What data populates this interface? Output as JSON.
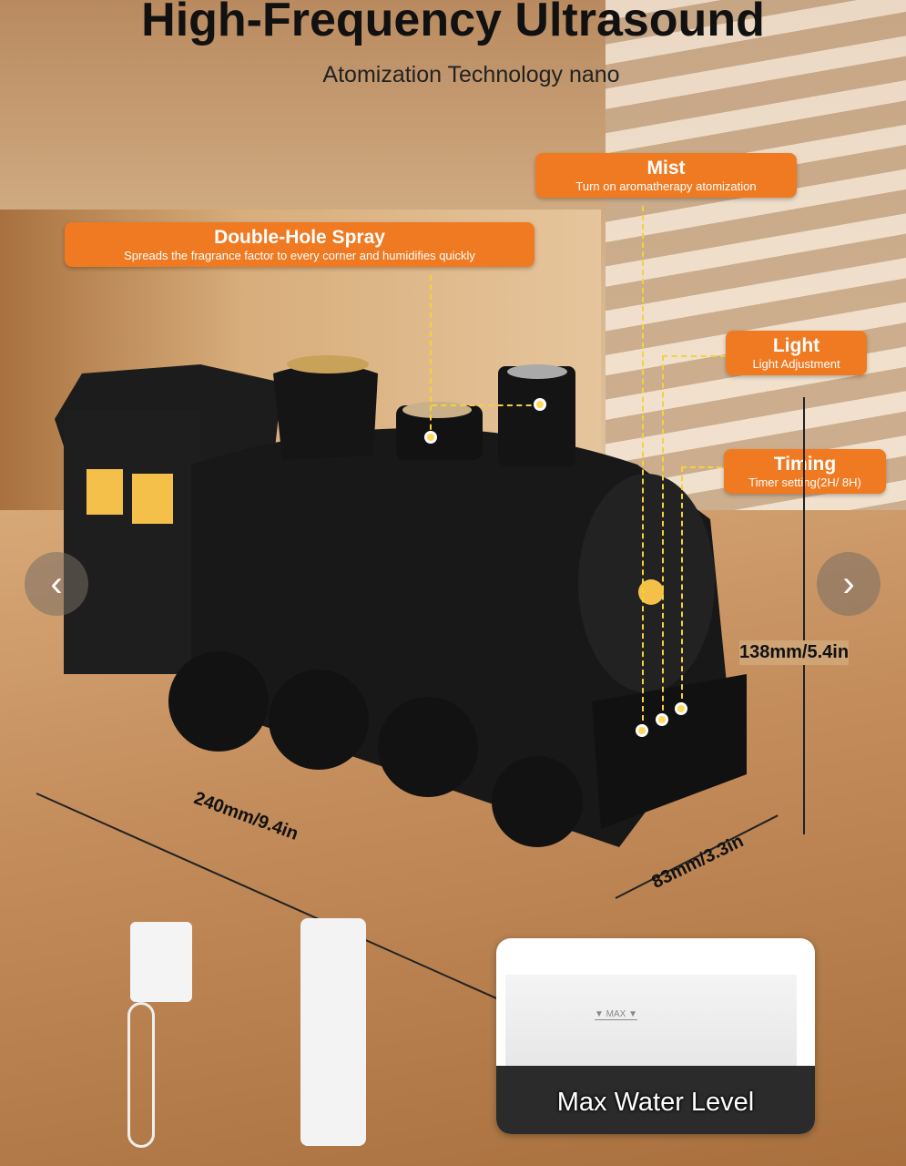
{
  "header": {
    "title": "High-Frequency Ultrasound",
    "subtitle": "Atomization Technology nano"
  },
  "callouts": [
    {
      "title": "Mist",
      "desc": "Turn on aromatherapy atomization"
    },
    {
      "title": "Double-Hole Spray",
      "desc": "Spreads the fragrance factor to every corner and humidifies quickly"
    },
    {
      "title": "Light",
      "desc": "Light Adjustment"
    },
    {
      "title": "Timing",
      "desc": "Timer setting(2H/ 8H)"
    }
  ],
  "dimensions": {
    "height": "138mm/5.4in",
    "length": "240mm/9.4in",
    "width": "83mm/3.3in"
  },
  "inset": {
    "label": "Max Water Level",
    "marker": "▼ MAX ▼"
  },
  "nav": {
    "prev": "‹",
    "next": "›"
  },
  "colors": {
    "accent": "#ef7a22",
    "dash": "#f3d23a"
  }
}
